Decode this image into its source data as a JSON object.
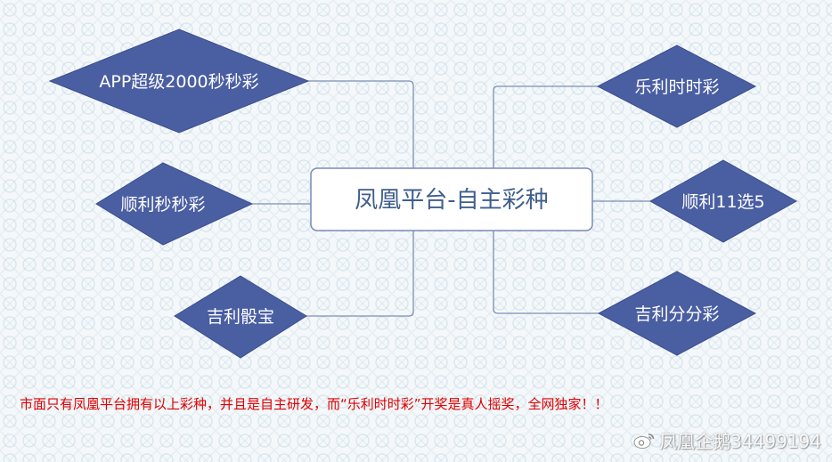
{
  "center": {
    "label": "凤凰平台-自主彩种"
  },
  "nodes": [
    {
      "id": "app-2000",
      "label": "APP超级2000秒秒彩"
    },
    {
      "id": "shunli-miaomiao",
      "label": "顺利秒秒彩"
    },
    {
      "id": "jili-shaibao",
      "label": "吉利骰宝"
    },
    {
      "id": "leli-shishi",
      "label": "乐利时时彩"
    },
    {
      "id": "shunli-11x5",
      "label": "顺利11选5"
    },
    {
      "id": "jili-fenfen",
      "label": "吉利分分彩"
    }
  ],
  "footer": {
    "note": "市面只有凤凰平台拥有以上彩种，并且是自主研发，而“乐利时时彩”开奖是真人摇奖，全网独家！！"
  },
  "watermark": {
    "text": "凤凰企鹅34499194",
    "icon": "weibo-icon"
  },
  "colors": {
    "diamond": "#4a5ea2",
    "center_text": "#3f5e8c",
    "footer_text": "#e00000"
  }
}
